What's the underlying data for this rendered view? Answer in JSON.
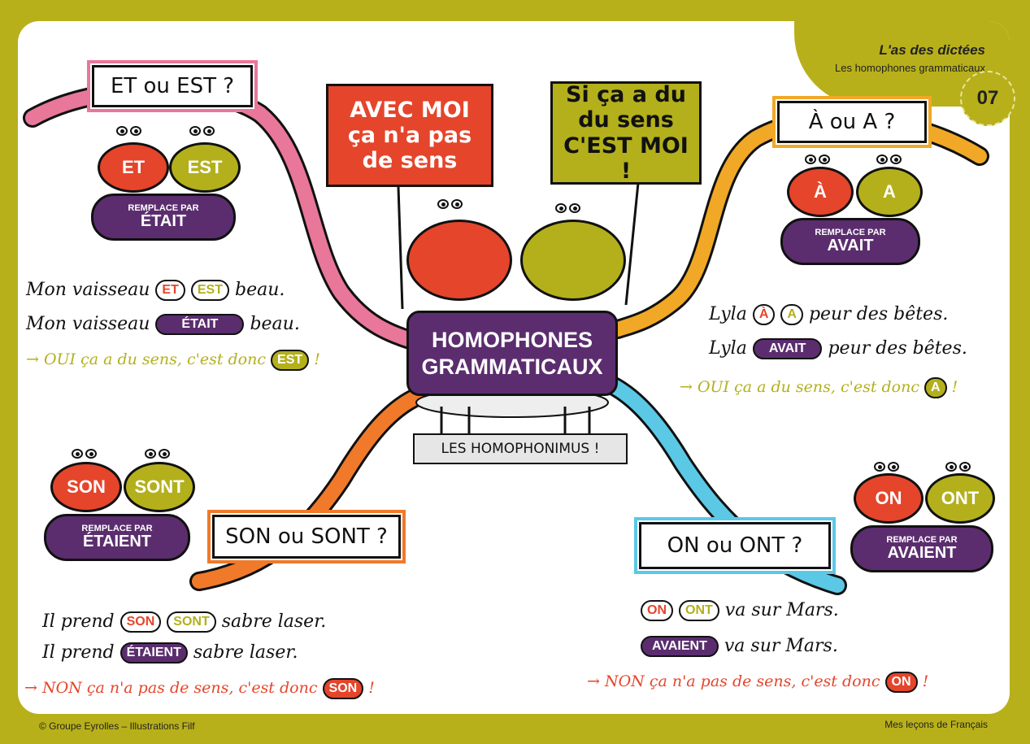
{
  "header": {
    "series_title": "L'as des dictées",
    "series_subtitle": "Les homophones grammaticaux",
    "badge": "07"
  },
  "footer": {
    "left": "© Groupe Eyrolles – Illustrations Filf",
    "right": "Mes leçons de Français"
  },
  "colors": {
    "frame": "#b8b01a",
    "red": "#e5452b",
    "olive": "#b3b01c",
    "purple": "#5b2d6e",
    "pink": "#e8779a",
    "orange_et": "#f08a3c",
    "yellow_a": "#f0a826",
    "blue": "#5bc8e6"
  },
  "center": {
    "sign_left": "AVEC MOI ça n'a pas de sens",
    "sign_right": "Si ça a du du sens C'EST MOI !",
    "title_line1": "HOMOPHONES",
    "title_line2": "GRAMMATICAUX",
    "caption": "LES HOMOPHONIMUS !"
  },
  "sections": {
    "et_est": {
      "question": "ET ou EST ?",
      "left_word": "ET",
      "right_word": "EST",
      "replace_small": "REMPLACE PAR",
      "replace_big": "ÉTAIT",
      "line1_start": "Mon vaisseau",
      "line1_end": "beau.",
      "line2_start": "Mon vaisseau",
      "line2_end": "beau.",
      "conclusion": "→ OUI ça a du sens, c'est donc",
      "conclusion_end": "!"
    },
    "a_a": {
      "question": "À ou A ?",
      "left_word": "À",
      "right_word": "A",
      "replace_small": "REMPLACE PAR",
      "replace_big": "AVAIT",
      "line1_start": "Lyla",
      "line1_end": "peur des bêtes.",
      "line2_start": "Lyla",
      "line2_end": "peur des bêtes.",
      "conclusion": "→ OUI ça a du sens, c'est donc",
      "conclusion_end": "!"
    },
    "son_sont": {
      "question": "SON ou SONT ?",
      "left_word": "SON",
      "right_word": "SONT",
      "replace_small": "REMPLACE PAR",
      "replace_big": "ÉTAIENT",
      "line1_start": "Il prend",
      "line1_end": "sabre laser.",
      "line2_start": "Il prend",
      "line2_end": "sabre laser.",
      "conclusion": "→ NON ça n'a pas de sens, c'est donc",
      "conclusion_end": "!"
    },
    "on_ont": {
      "question": "ON ou ONT ?",
      "left_word": "ON",
      "right_word": "ONT",
      "replace_small": "REMPLACE PAR",
      "replace_big": "AVAIENT",
      "line1_start": "",
      "line1_end": "va sur Mars.",
      "line2_start": "",
      "line2_end": "va sur Mars.",
      "conclusion": "→ NON ça n'a pas de sens, c'est donc",
      "conclusion_end": "!"
    }
  }
}
